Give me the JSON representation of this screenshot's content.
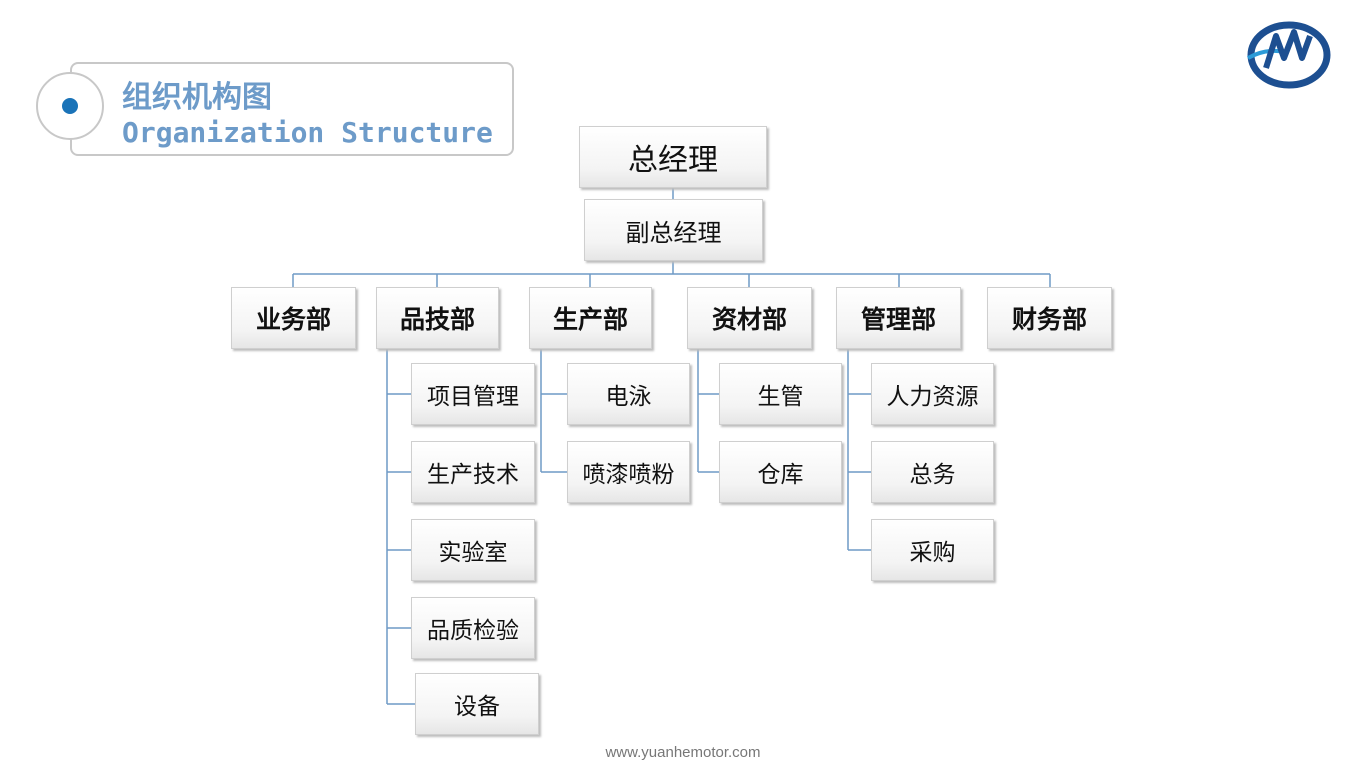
{
  "header": {
    "title_cn": "组织机构图",
    "title_en": "Organization Structure"
  },
  "logo": {
    "icon": "company-logo-icon"
  },
  "colors": {
    "accent": "#1a73b8",
    "title_text": "#6d9bc9",
    "connector": "#6f9ac6"
  },
  "org": {
    "gm": "总经理",
    "deputy_gm": "副总经理",
    "departments": [
      {
        "name": "业务部",
        "units": []
      },
      {
        "name": "品技部",
        "units": [
          "项目管理",
          "生产技术",
          "实验室",
          "品质检验",
          "设备"
        ]
      },
      {
        "name": "生产部",
        "units": [
          "电泳",
          "喷漆喷粉"
        ]
      },
      {
        "name": "资材部",
        "units": [
          "生管",
          "仓库"
        ]
      },
      {
        "name": "管理部",
        "units": [
          "人力资源",
          "总务",
          "采购"
        ]
      },
      {
        "name": "财务部",
        "units": []
      }
    ]
  },
  "footer": {
    "website": "www.yuanhemotor.com"
  }
}
